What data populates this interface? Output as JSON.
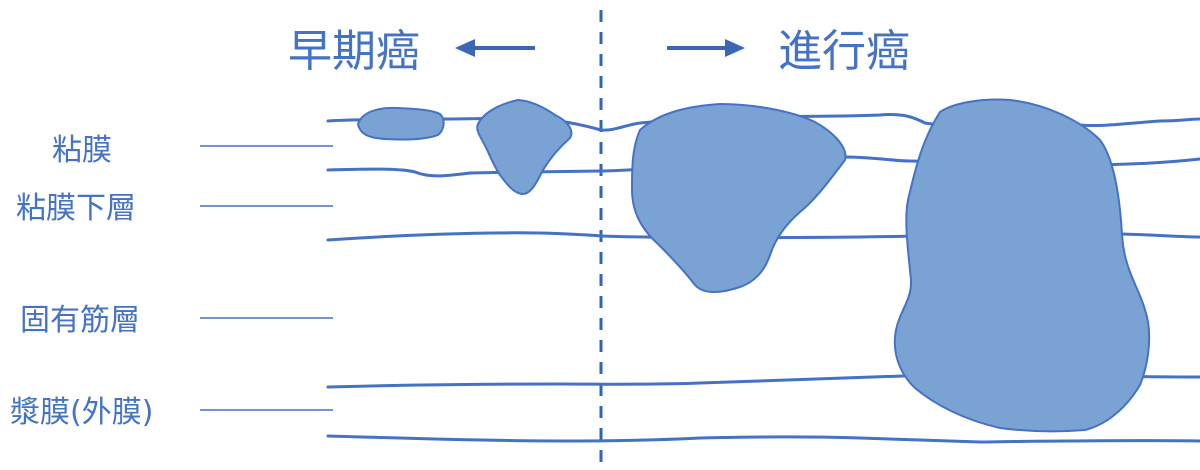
{
  "headings": {
    "early": "早期癌",
    "advanced": "進行癌"
  },
  "layers": [
    {
      "label": "粘膜"
    },
    {
      "label": "粘膜下層"
    },
    {
      "label": "固有筋層"
    },
    {
      "label": "漿膜(外膜)"
    }
  ],
  "colors": {
    "line": "#4472c4",
    "tumor_fill": "#7aa3d4",
    "divider": "#2f64b5"
  }
}
